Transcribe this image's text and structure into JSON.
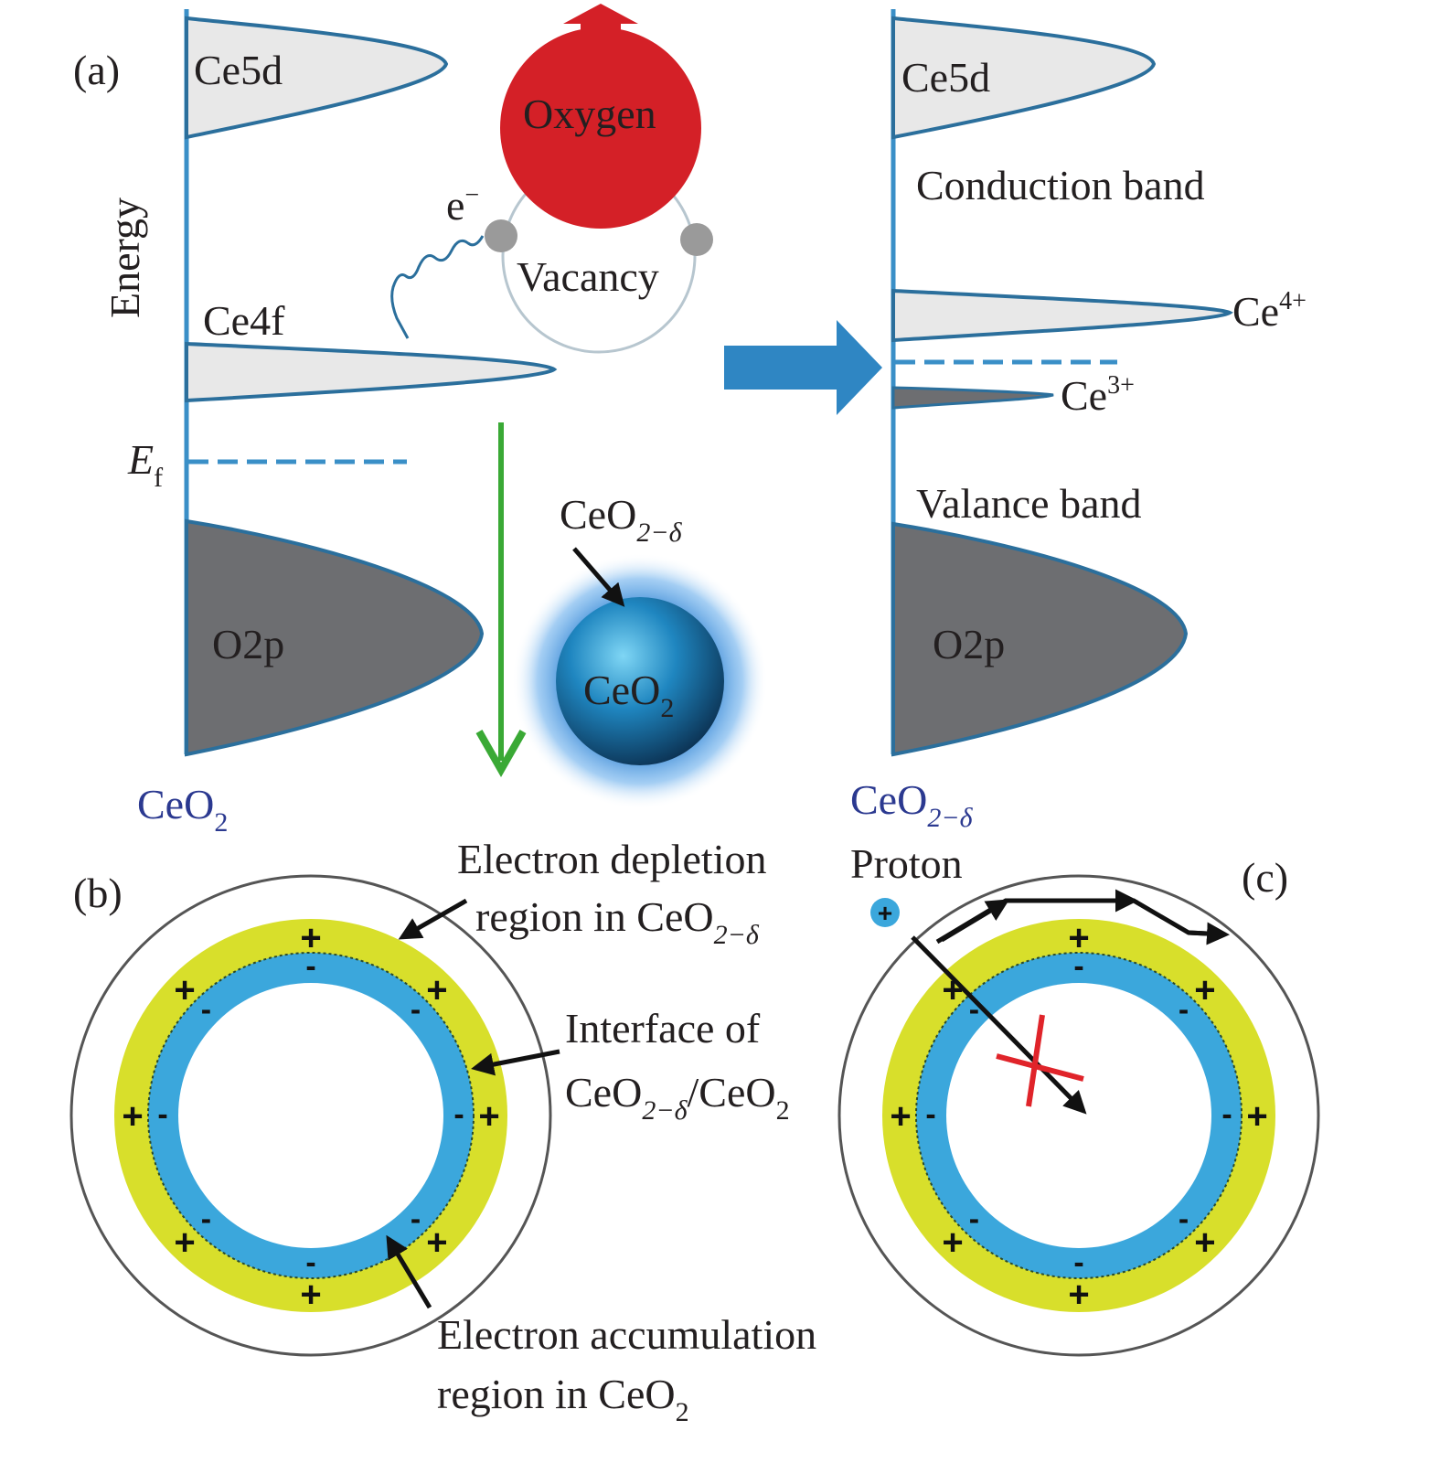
{
  "figure": {
    "panels": [
      "(a)",
      "(b)",
      "(c)"
    ],
    "colors": {
      "axis_blue": "#3a8fc7",
      "band_fill_light": "#e8e8e8",
      "band_fill_dark": "#6d6e71",
      "oxygen_red": "#d42027",
      "vacancy_gray": "#9a9a9a",
      "green_arrow": "#3aa935",
      "big_arrow_blue": "#2f86c3",
      "depletion_yellow": "#d8df2b",
      "accumulation_blue": "#3ba7dc",
      "cross_red": "#e0242a",
      "label_blue": "#2b3990"
    }
  },
  "panel_a": {
    "label": "(a)",
    "left_diagram": {
      "axis_label": "Energy",
      "bands": {
        "ce5d": "Ce5d",
        "ce4f": "Ce4f",
        "o2p": "O2p"
      },
      "fermi_level": {
        "main": "E",
        "sub": "f"
      },
      "material": {
        "main": "CeO",
        "sub": "2"
      }
    },
    "oxygen_vacancy": {
      "oxygen_label": "Oxygen",
      "vacancy_label": "Vacancy",
      "electron_label": {
        "main": "e",
        "sup": "−"
      }
    },
    "nanoparticle": {
      "shell_label": {
        "main": "CeO",
        "sub": "2−δ"
      },
      "core_label": {
        "main": "CeO",
        "sub": "2"
      }
    },
    "right_diagram": {
      "bands": {
        "ce5d": "Ce5d",
        "conduction": "Conduction band",
        "ce4plus": {
          "main": "Ce",
          "sup": "4+"
        },
        "ce3plus": {
          "main": "Ce",
          "sup": "3+"
        },
        "valence": "Valance band",
        "o2p": "O2p"
      },
      "material": {
        "main": "CeO",
        "sub": "2−δ"
      }
    }
  },
  "panel_b": {
    "label": "(b)",
    "annotations": {
      "depletion_line1": "Electron depletion",
      "depletion_line2_main": "region in CeO",
      "depletion_line2_sub": "2−δ",
      "interface_line1": "Interface of",
      "interface_line2_a": "CeO",
      "interface_line2_a_sub": "2−δ",
      "interface_line2_b": "/CeO",
      "interface_line2_b_sub": "2",
      "accumulation_line1": "Electron accumulation",
      "accumulation_line2_main": "region in CeO",
      "accumulation_line2_sub": "2"
    },
    "plus_sign": "+",
    "minus_sign": "-"
  },
  "panel_c": {
    "label": "(c)",
    "proton_label": "Proton",
    "proton_symbol": "+",
    "plus_sign": "+",
    "minus_sign": "-"
  }
}
